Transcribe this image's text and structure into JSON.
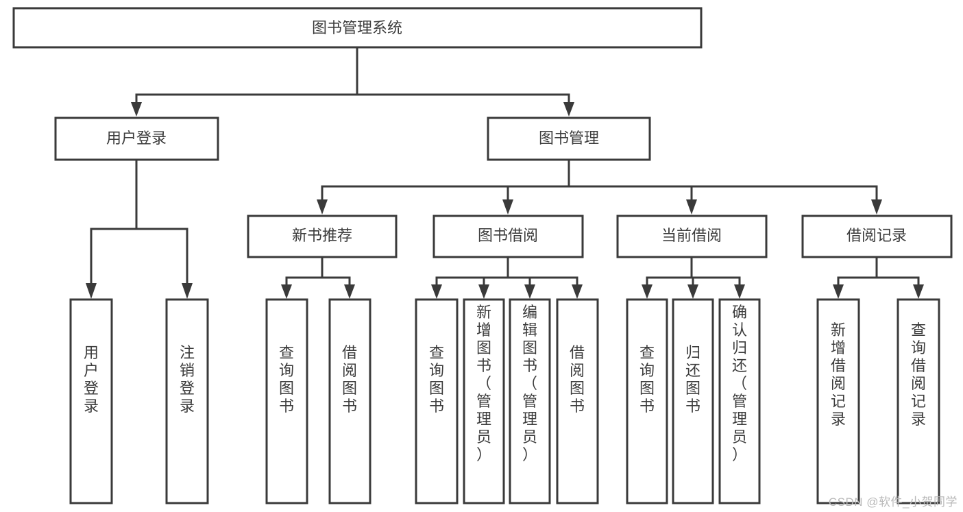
{
  "diagram": {
    "type": "tree",
    "title": "图书管理系统",
    "watermark": "CSDN @软件_小贺同学",
    "colors": {
      "stroke": "#3a3a3a",
      "text": "#3c3c3c",
      "background": "#ffffff",
      "watermark": "#b9b9b9"
    },
    "root": {
      "label": "图书管理系统"
    },
    "level2": [
      {
        "label": "用户登录"
      },
      {
        "label": "图书管理"
      }
    ],
    "level3": [
      {
        "label": "新书推荐"
      },
      {
        "label": "图书借阅"
      },
      {
        "label": "当前借阅"
      },
      {
        "label": "借阅记录"
      }
    ],
    "leaves": {
      "user_login": [
        {
          "label": "用户登录"
        },
        {
          "label": "注销登录"
        }
      ],
      "new_book_recommend": [
        {
          "label": "查询图书"
        },
        {
          "label": "借阅图书"
        }
      ],
      "book_borrow": [
        {
          "label": "查询图书"
        },
        {
          "label": "新增图书（管理员）"
        },
        {
          "label": "编辑图书（管理员）"
        },
        {
          "label": "借阅图书"
        }
      ],
      "current_borrow": [
        {
          "label": "查询图书"
        },
        {
          "label": "归还图书"
        },
        {
          "label": "确认归还（管理员）"
        }
      ],
      "borrow_record": [
        {
          "label": "新增借阅记录"
        },
        {
          "label": "查询借阅记录"
        }
      ]
    }
  }
}
